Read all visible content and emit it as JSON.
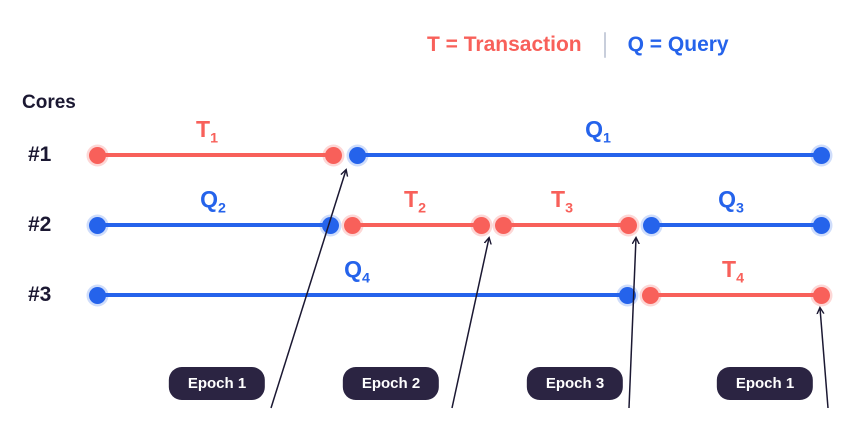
{
  "colors": {
    "red": "#F8605A",
    "blue": "#2563EB",
    "ink": "#1B1832",
    "badge-bg": "#2B2442",
    "badge-text": "#FFFFFF",
    "divider": "#C8CEDB"
  },
  "legend": {
    "transaction_label": "T = Transaction",
    "query_label": "Q = Query"
  },
  "cores_label": "Cores",
  "timeline": {
    "rows": [
      {
        "label": "#1",
        "segments": [
          {
            "kind": "transaction",
            "letter": "T",
            "sub": "1"
          },
          {
            "kind": "query",
            "letter": "Q",
            "sub": "1"
          }
        ]
      },
      {
        "label": "#2",
        "segments": [
          {
            "kind": "query",
            "letter": "Q",
            "sub": "2"
          },
          {
            "kind": "transaction",
            "letter": "T",
            "sub": "2"
          },
          {
            "kind": "transaction",
            "letter": "T",
            "sub": "3"
          },
          {
            "kind": "query",
            "letter": "Q",
            "sub": "3"
          }
        ]
      },
      {
        "label": "#3",
        "segments": [
          {
            "kind": "query",
            "letter": "Q",
            "sub": "4"
          },
          {
            "kind": "transaction",
            "letter": "T",
            "sub": "4"
          }
        ]
      }
    ]
  },
  "epochs": [
    {
      "label": "Epoch 1"
    },
    {
      "label": "Epoch 2"
    },
    {
      "label": "Epoch 3"
    },
    {
      "label": "Epoch 1"
    }
  ]
}
